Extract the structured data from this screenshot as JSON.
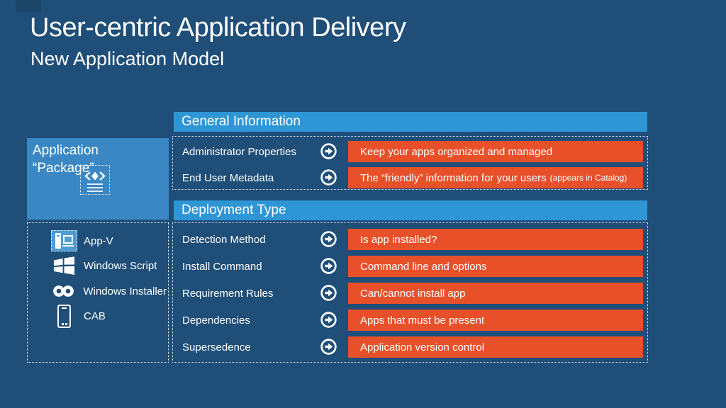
{
  "slide": {
    "title": "User-centric Application Delivery",
    "subtitle": "New Application Model"
  },
  "package_box": {
    "line1": "Application",
    "line2": "“Package”",
    "icon": "xml-manifest-document-icon"
  },
  "sections": {
    "general": {
      "header": "General Information",
      "rows": [
        {
          "label": "Administrator Properties",
          "value": "Keep your apps organized and managed",
          "note": ""
        },
        {
          "label": "End User Metadata",
          "value": "The “friendly” information for your users",
          "note": "(appears in Catalog)"
        }
      ]
    },
    "deployment": {
      "header": "Deployment Type",
      "rows": [
        {
          "label": "Detection Method",
          "value": "Is app installed?"
        },
        {
          "label": "Install Command",
          "value": "Command line and options"
        },
        {
          "label": "Requirement Rules",
          "value": "Can/cannot install app"
        },
        {
          "label": "Dependencies",
          "value": "Apps that must be present"
        },
        {
          "label": "Supersedence",
          "value": "Application version control"
        }
      ]
    }
  },
  "formats": {
    "items": [
      {
        "label": "App-V",
        "icon": "app-v-icon"
      },
      {
        "label": "Windows Script",
        "icon": "windows-flag-icon"
      },
      {
        "label": "Windows Installer",
        "icon": "windows-installer-infinity-icon"
      },
      {
        "label": "CAB",
        "icon": "cab-phone-icon"
      }
    ]
  },
  "colors": {
    "background": "#1F4E79",
    "header_bar": "#2F96D5",
    "package_box": "#3A87C4",
    "accent_orange": "#E8502A",
    "text": "#FFFFFF"
  }
}
